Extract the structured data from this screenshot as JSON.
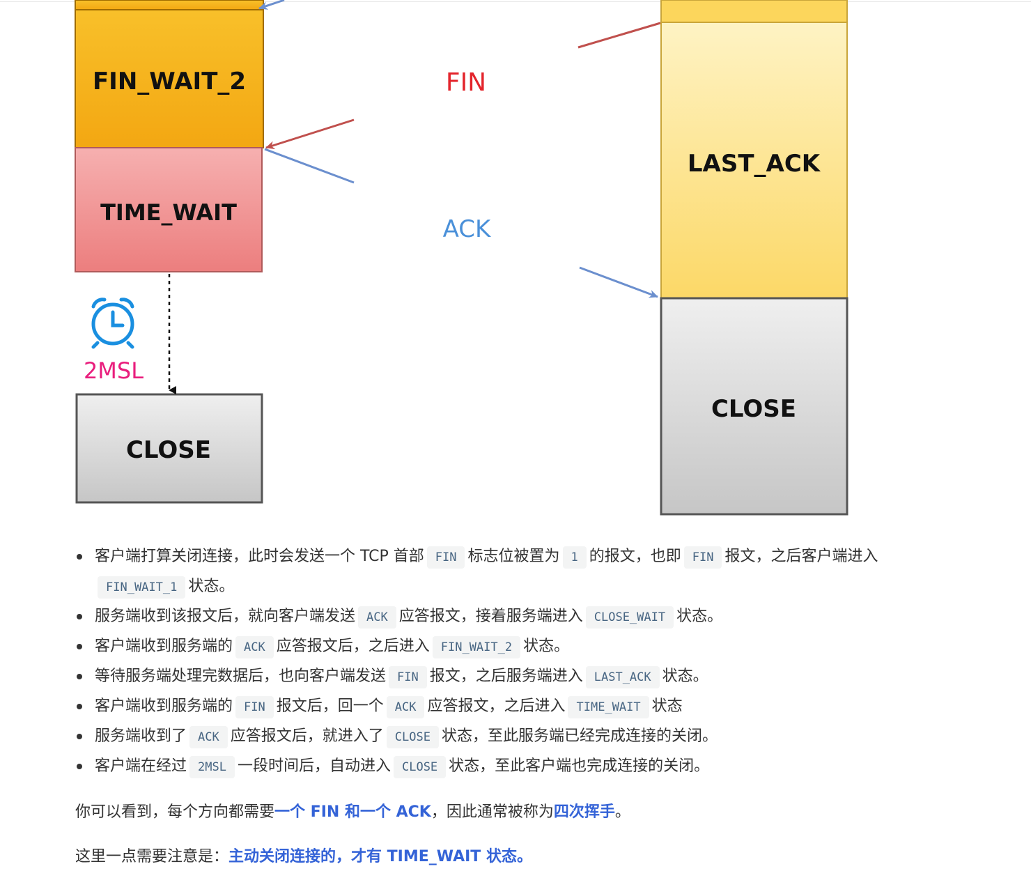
{
  "diagram": {
    "client_states": {
      "fin_wait_2": "FIN_WAIT_2",
      "time_wait": "TIME_WAIT",
      "close": "CLOSE"
    },
    "server_states": {
      "last_ack": "LAST_ACK",
      "close": "CLOSE"
    },
    "messages": {
      "fin": "FIN",
      "ack": "ACK"
    },
    "timer_label": "2MSL",
    "colors": {
      "fin_wait_2": "#f6b51f",
      "time_wait": "#ef8c8c",
      "last_ack": "#fde68a",
      "close": "#d4d4d4",
      "fin_arrow": "#c0504d",
      "ack_arrow": "#6b8fce",
      "fin_text": "#e3242b",
      "ack_text": "#4a90d9",
      "timer_text": "#e91e7d",
      "clock": "#1a8fe0"
    }
  },
  "steps": [
    {
      "t1": "客户端打算关闭连接，此时会发送一个 TCP 首部",
      "c1": "FIN",
      "t2": "标志位被置为",
      "c2": "1",
      "t3": "的报文，也即",
      "c3": "FIN",
      "t4": "报文，之后客户端进入",
      "c4": "FIN_WAIT_1",
      "t5": "状态。"
    },
    {
      "t1": "服务端收到该报文后，就向客户端发送",
      "c1": "ACK",
      "t2": "应答报文，接着服务端进入",
      "c2": "CLOSE_WAIT",
      "t3": "状态。"
    },
    {
      "t1": "客户端收到服务端的",
      "c1": "ACK",
      "t2": "应答报文后，之后进入",
      "c2": "FIN_WAIT_2",
      "t3": "状态。"
    },
    {
      "t1": "等待服务端处理完数据后，也向客户端发送",
      "c1": "FIN",
      "t2": "报文，之后服务端进入",
      "c2": "LAST_ACK",
      "t3": "状态。"
    },
    {
      "t1": "客户端收到服务端的",
      "c1": "FIN",
      "t2": "报文后，回一个",
      "c2": "ACK",
      "t3": "应答报文，之后进入",
      "c3": "TIME_WAIT",
      "t4": "状态"
    },
    {
      "t1": "服务端收到了",
      "c1": "ACK",
      "t2": "应答报文后，就进入了",
      "c2": "CLOSE",
      "t3": "状态，至此服务端已经完成连接的关闭。"
    },
    {
      "t1": "客户端在经过",
      "c1": "2MSL",
      "t2": "一段时间后，自动进入",
      "c2": "CLOSE",
      "t3": "状态，至此客户端也完成连接的关闭。"
    }
  ],
  "para1": {
    "t1": "你可以看到，每个方向都需要",
    "h1": "一个 FIN 和一个 ACK",
    "t2": "，因此通常被称为",
    "h2": "四次挥手",
    "t3": "。"
  },
  "para2": {
    "t1": "这里一点需要注意是：",
    "h1": "主动关闭连接的，才有 TIME_WAIT 状态。"
  }
}
